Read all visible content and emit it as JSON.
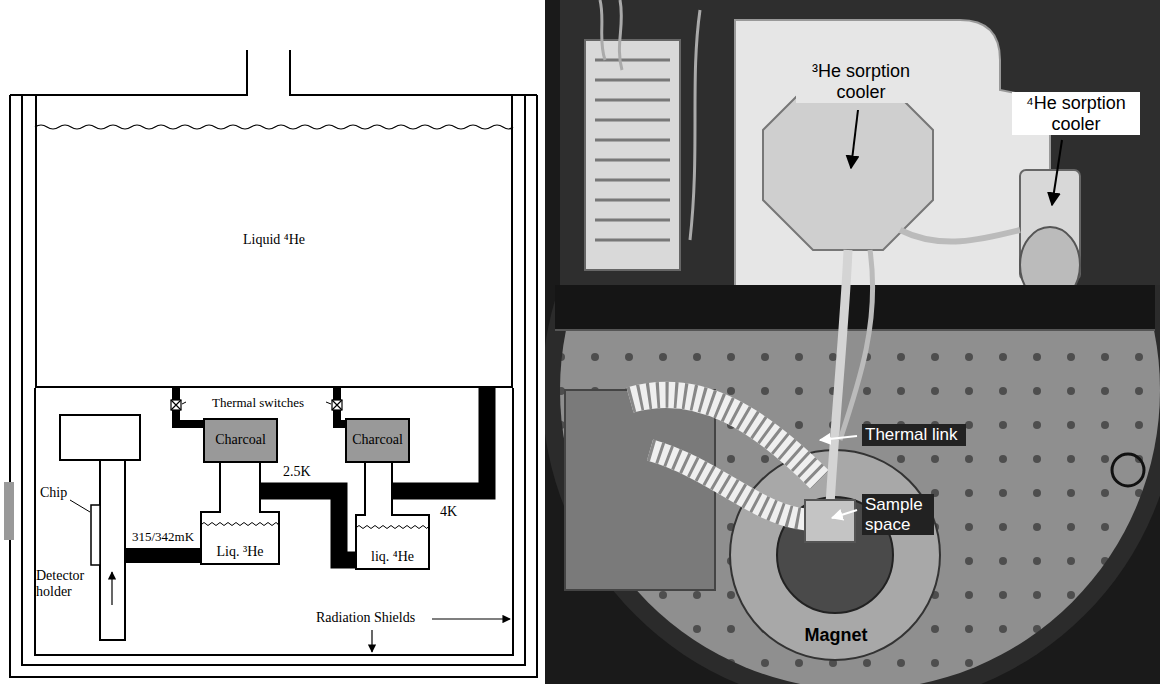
{
  "diagram": {
    "nodes": [
      {
        "text": [
          "Liquid ⁴He"
        ]
      },
      {
        "text": [
          "Charcoal"
        ]
      },
      {
        "text": [
          "Charcoal"
        ]
      },
      {
        "text": [
          "Liq. ³He"
        ]
      },
      {
        "text": [
          "liq. ⁴He"
        ]
      }
    ],
    "edges": [
      {
        "from": 0,
        "to": 1,
        "arrow": "none"
      },
      {
        "from": 0,
        "to": 2,
        "arrow": "none"
      },
      {
        "from": 4,
        "to": 3,
        "label": "2.5K",
        "arrow": "none"
      },
      {
        "from": 0,
        "to": 4,
        "label": "4K",
        "arrow": "none"
      }
    ],
    "labels": [
      "Thermal switches",
      "315/342mK",
      "Chip",
      "Detector holder",
      "Radiation Shields",
      "³He sorption cooler",
      "⁴He sorption cooler",
      "Thermal link",
      "Sample space",
      "Magnet"
    ]
  }
}
